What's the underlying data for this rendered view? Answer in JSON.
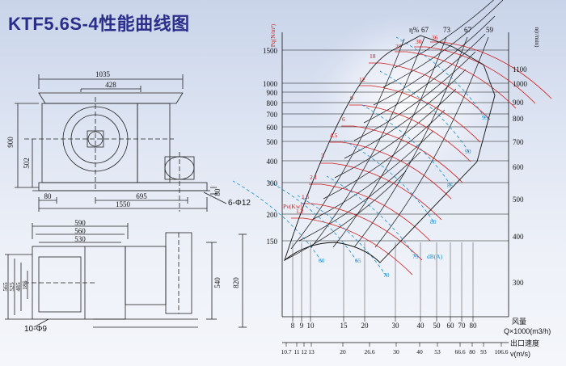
{
  "title": "KTF5.6S-4性能曲线图",
  "drawing": {
    "front_view": {
      "dims": [
        "1035",
        "428",
        "900",
        "502",
        "80",
        "695",
        "80",
        "1550"
      ],
      "hole_label": "6-Φ12"
    },
    "top_view": {
      "dims": [
        "590",
        "560",
        "530",
        "565",
        "525",
        "485",
        "185",
        "540",
        "820"
      ],
      "hole_label": "10-Φ9"
    }
  },
  "chart": {
    "left_axis_title": "Pq(N/m²)",
    "left_ticks": [
      "1500",
      "1000",
      "900",
      "800",
      "700",
      "600",
      "500",
      "400",
      "300",
      "200",
      "150"
    ],
    "right_axis_title": "n(r/min)",
    "right_ticks": [
      "1100",
      "1000",
      "900",
      "800",
      "700",
      "600",
      "500",
      "400",
      "300"
    ],
    "efficiency_title": "η%",
    "efficiency_labels": [
      "67",
      "73",
      "67",
      "59"
    ],
    "power_labels": [
      "36",
      "30",
      "28",
      "18",
      "12",
      "9",
      "6",
      "4.5",
      "3",
      "2.1",
      "1.5",
      "1.2"
    ],
    "pv_label": "Pv(Kw)",
    "noise_labels": [
      "95",
      "90",
      "85",
      "80",
      "75",
      "70",
      "65",
      "60"
    ],
    "noise_unit": "dB(A)",
    "x_ticks": [
      "8",
      "9",
      "10",
      "15",
      "20",
      "30",
      "40",
      "50",
      "60",
      "70",
      "80"
    ],
    "x_label_1": "风量",
    "x_label_2": "Q×1000(m3/h)",
    "v_ticks": [
      "10.7",
      "11",
      "12",
      "13",
      "20",
      "26.6",
      "30",
      "40",
      "53",
      "66.6",
      "80",
      "93",
      "106.6"
    ],
    "v_label_1": "出口速度",
    "v_label_2": "v(m/s)"
  },
  "colors": {
    "title": "#2b2d8a",
    "power_curve": "#d21a1a",
    "noise_curve": "#1a8fd0",
    "grid": "#111111"
  }
}
